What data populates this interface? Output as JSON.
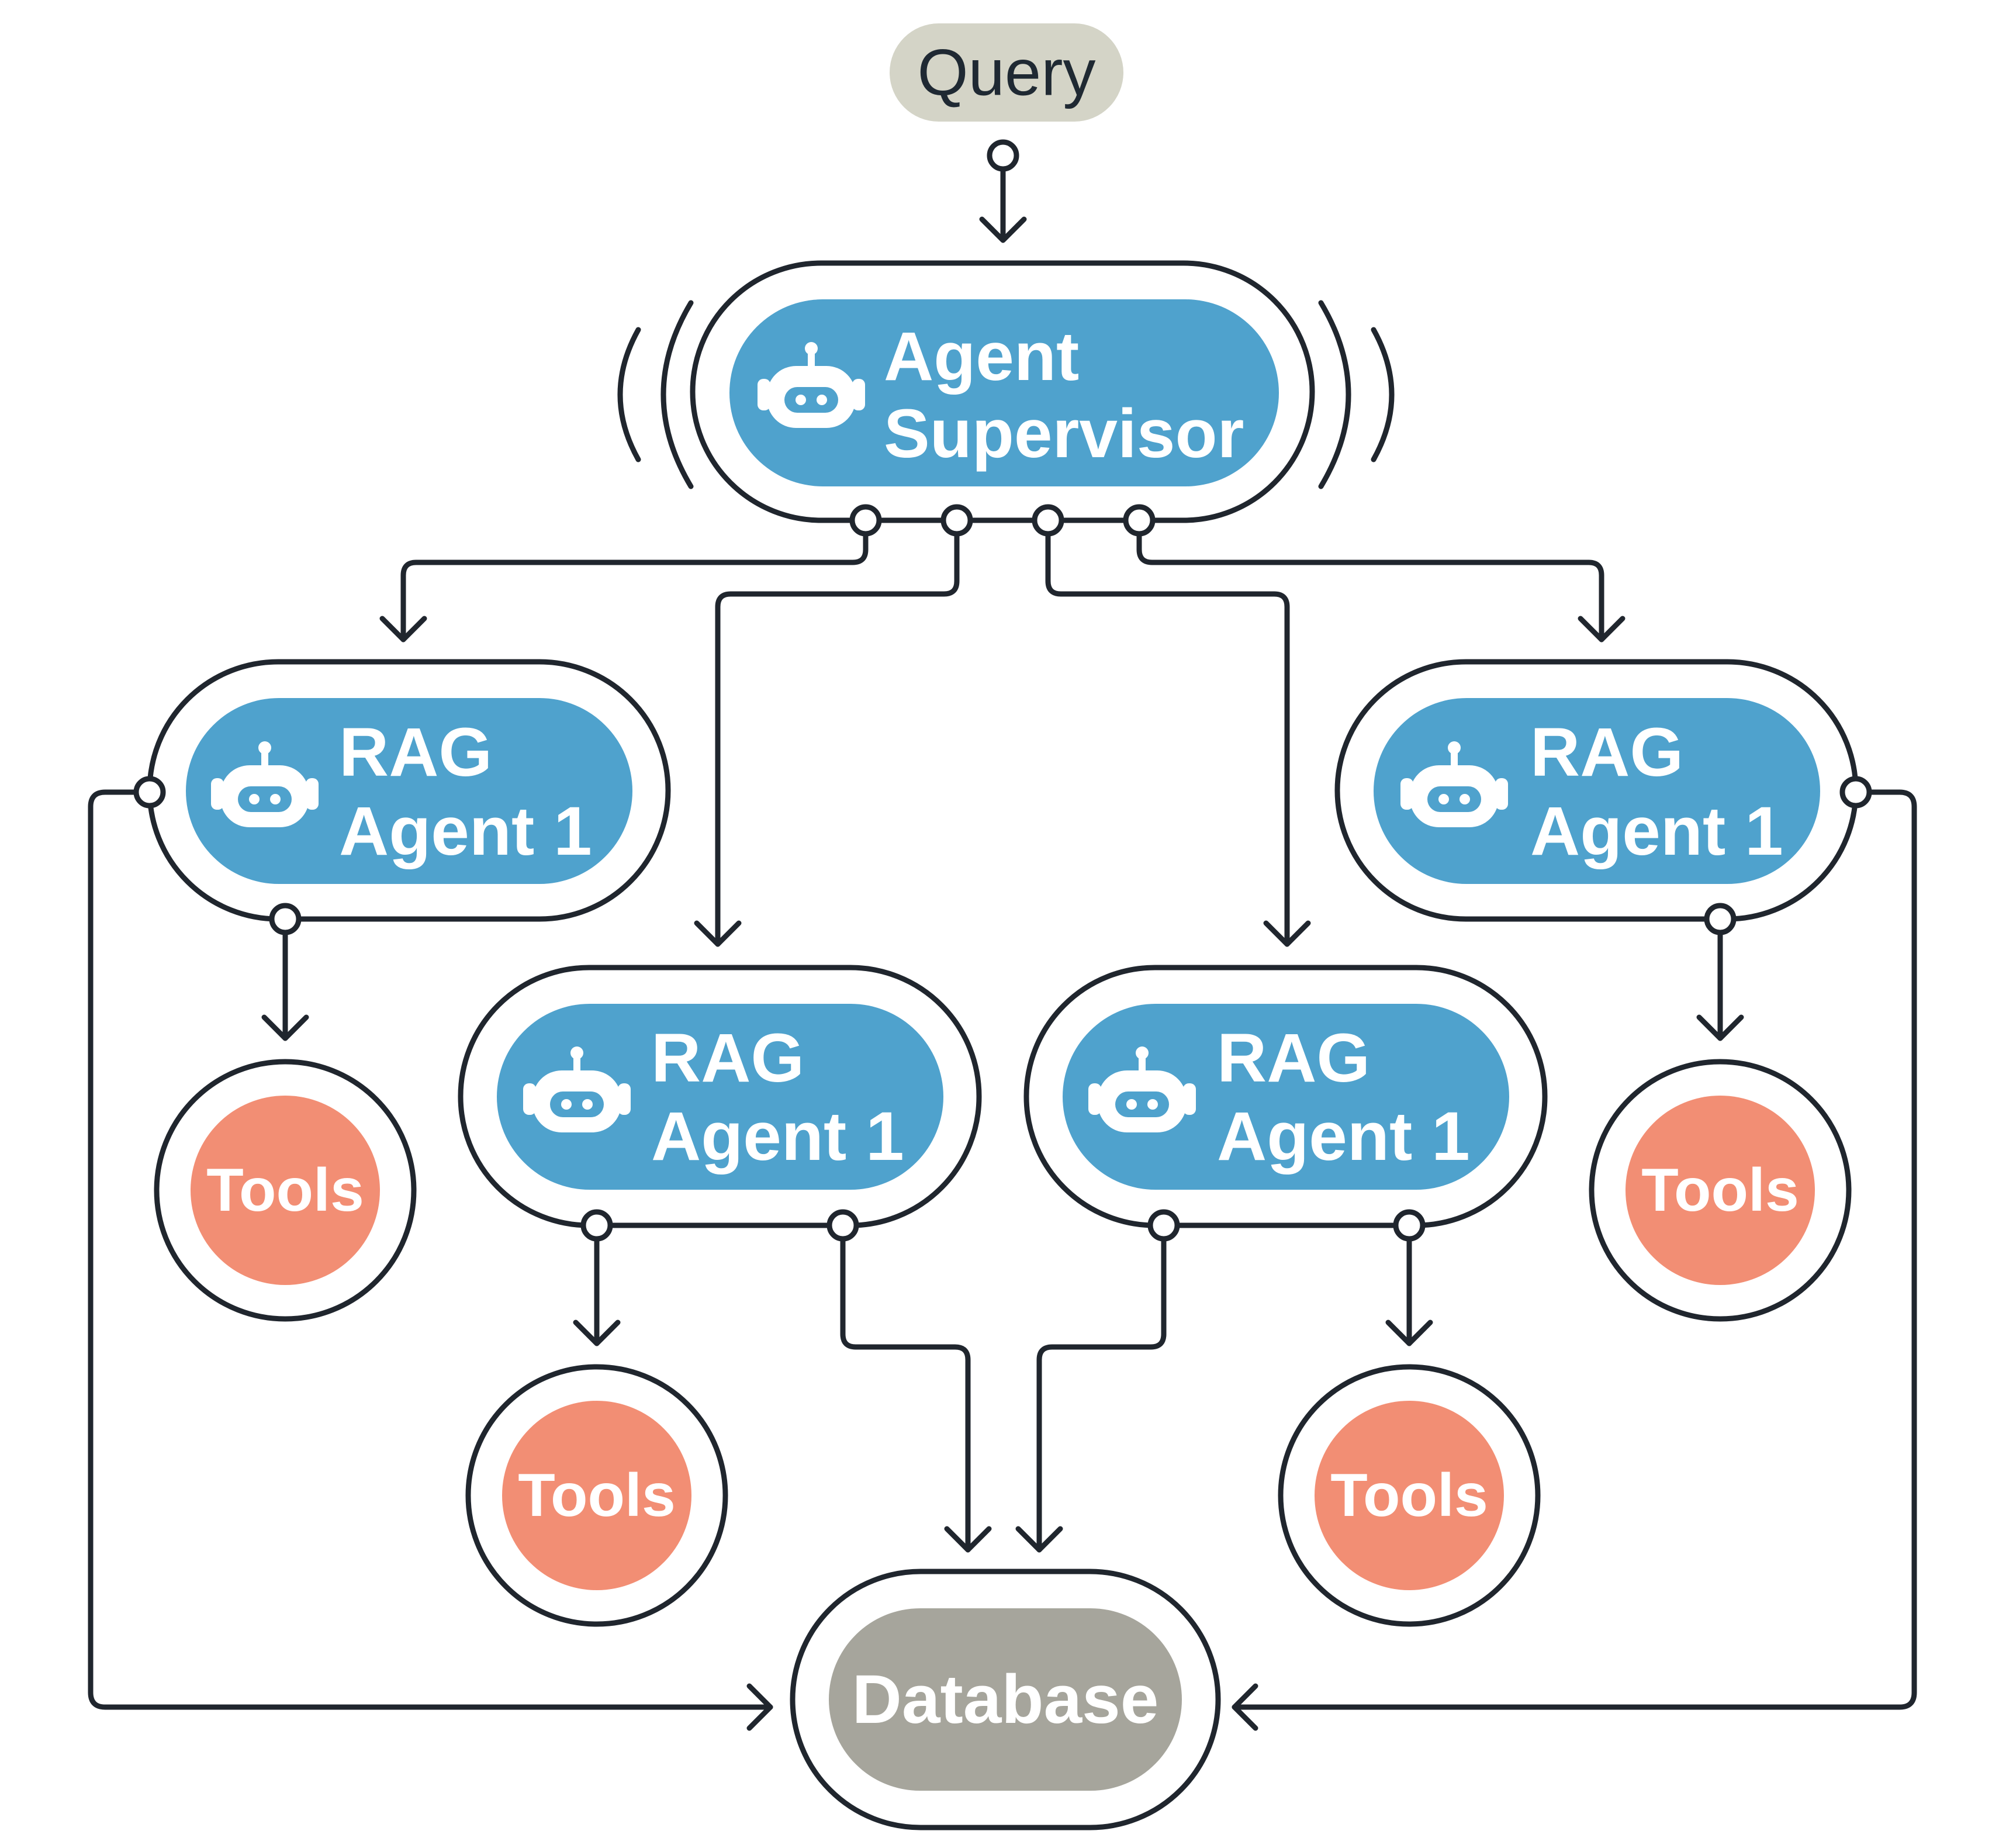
{
  "colors": {
    "stroke": "#20262e",
    "agent_fill": "#4fa2cd",
    "tools_fill": "#f28e74",
    "database_fill": "#a6a59c",
    "query_fill": "#d4d4c7",
    "text_light": "#ffffff",
    "text_dark": "#1f2933"
  },
  "nodes": {
    "query": {
      "label": "Query"
    },
    "supervisor": {
      "line1": "Agent",
      "line2": "Supervisor",
      "icon": "robot-icon"
    },
    "agents": [
      {
        "line1": "RAG",
        "line2": "Agent 1",
        "icon": "robot-icon"
      },
      {
        "line1": "RAG",
        "line2": "Agent 1",
        "icon": "robot-icon"
      },
      {
        "line1": "RAG",
        "line2": "Agent 1",
        "icon": "robot-icon"
      },
      {
        "line1": "RAG",
        "line2": "Agent 1",
        "icon": "robot-icon"
      }
    ],
    "tools": [
      {
        "label": "Tools"
      },
      {
        "label": "Tools"
      },
      {
        "label": "Tools"
      },
      {
        "label": "Tools"
      }
    ],
    "database": {
      "label": "Database"
    }
  }
}
